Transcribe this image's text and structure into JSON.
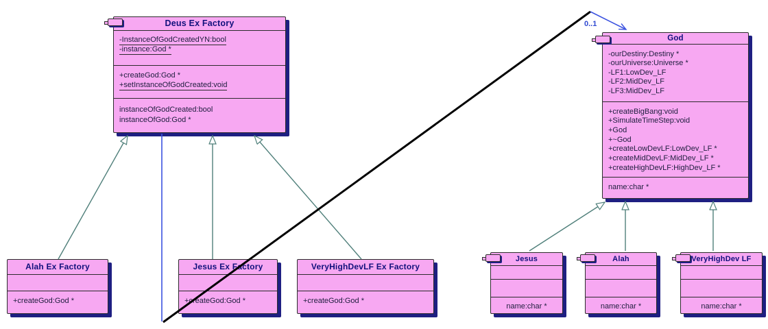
{
  "diagram_title": "Deus Ex Factory / God UML class diagram",
  "association": {
    "multiplicity": "0..1"
  },
  "colors": {
    "box_fill": "#f7a8f2",
    "box_border": "#2b2b2b",
    "box_shadow": "#1e1f82",
    "title_text": "#10107c",
    "member_text": "#1d1d3d",
    "inheritance_line": "#4f7f7a",
    "association_blue": "#3b52e0",
    "association_black": "#000000"
  },
  "classes": {
    "deus": {
      "title": "Deus Ex Factory",
      "attributes": [
        "-InstanceOfGodCreatedYN:bool",
        "-instance:God *"
      ],
      "methods": [
        "+createGod:God *",
        "+setInstanceOfGodCreated:void"
      ],
      "properties": [
        "instanceOfGodCreated:bool",
        "instanceOfGod:God *"
      ]
    },
    "god": {
      "title": "God",
      "attributes": [
        "-ourDestiny:Destiny *",
        "-ourUniverse:Universe *",
        "-LF1:LowDev_LF",
        "-LF2:MidDev_LF",
        "-LF3:MidDev_LF"
      ],
      "methods": [
        "+createBigBang:void",
        "+SimulateTimeStep:void",
        "+God",
        "+~God",
        "+createLowDevLF:LowDev_LF *",
        "+createMidDevLF:MidDev_LF *",
        "+createHighDevLF:HighDev_LF *"
      ],
      "properties": [
        "name:char *"
      ]
    },
    "alah_factory": {
      "title": "Alah Ex Factory",
      "methods": [
        "+createGod:God *"
      ]
    },
    "jesus_factory": {
      "title": "Jesus Ex Factory",
      "methods": [
        "+createGod:God *"
      ]
    },
    "vhd_factory": {
      "title": "VeryHighDevLF Ex Factory",
      "methods": [
        "+createGod:God *"
      ]
    },
    "jesus": {
      "title": "Jesus",
      "properties": [
        "name:char *"
      ]
    },
    "alah": {
      "title": "Alah",
      "properties": [
        "name:char *"
      ]
    },
    "vhd": {
      "title": "VeryHighDev LF",
      "properties": [
        "name:char *"
      ]
    }
  }
}
